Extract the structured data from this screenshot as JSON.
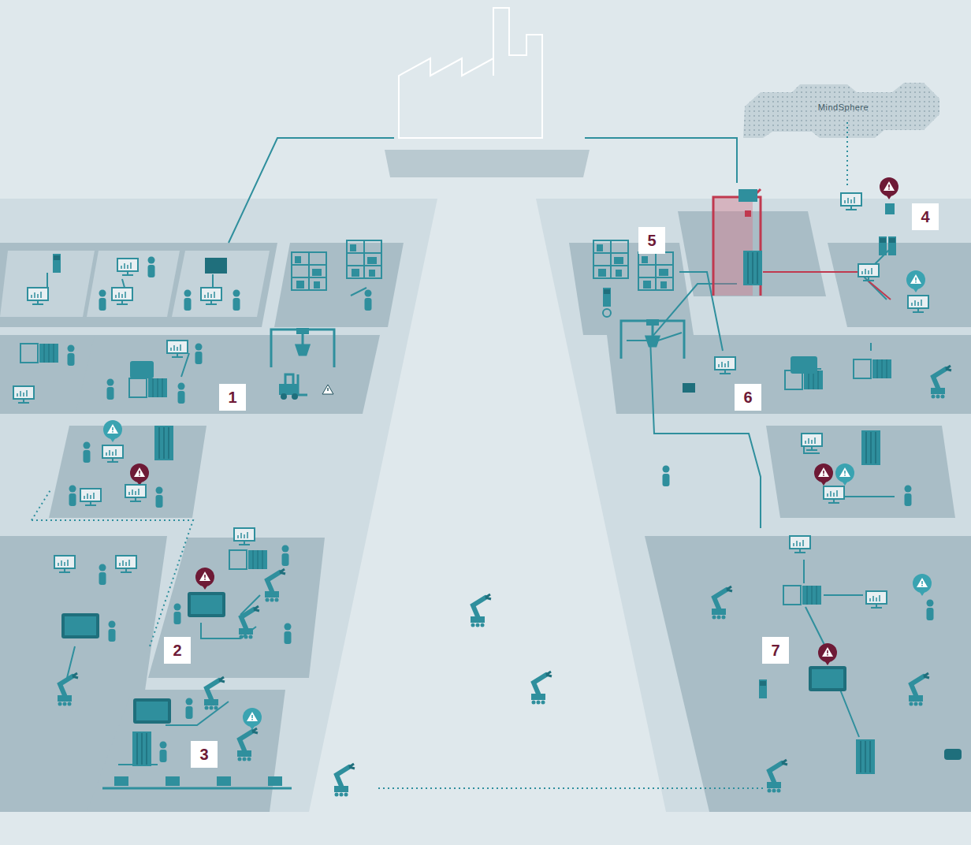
{
  "diagram": {
    "nodes": [
      {
        "text": [
          "MindSphere"
        ]
      }
    ],
    "labels": [
      "1",
      "2",
      "3",
      "4",
      "5",
      "6",
      "7"
    ]
  }
}
